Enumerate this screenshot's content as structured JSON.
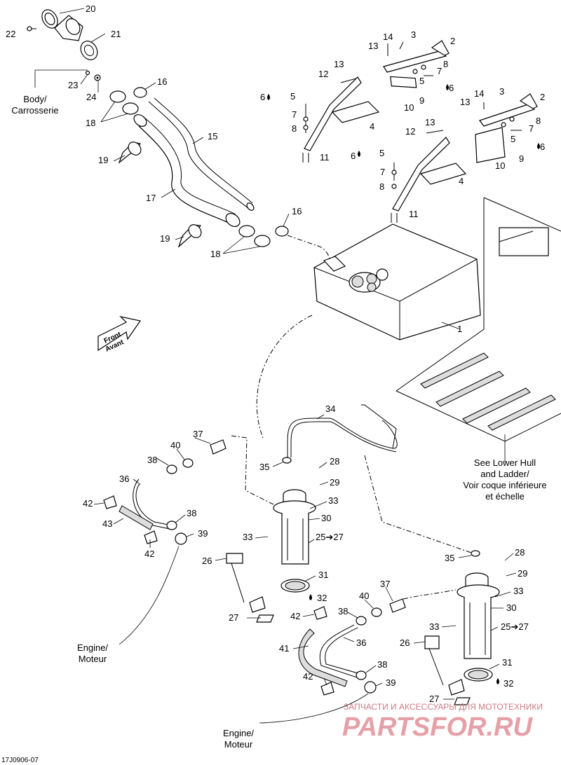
{
  "diagram": {
    "callouts": [
      {
        "text": "20"
      },
      {
        "text": "21"
      },
      {
        "text": "22"
      },
      {
        "text": "23"
      },
      {
        "text": "24"
      },
      {
        "text": "16"
      },
      {
        "text": "18"
      },
      {
        "text": "19"
      },
      {
        "text": "17"
      },
      {
        "text": "15"
      },
      {
        "text": "16"
      },
      {
        "text": "19"
      },
      {
        "text": "18"
      },
      {
        "text": "14"
      },
      {
        "text": "13"
      },
      {
        "text": "3"
      },
      {
        "text": "2"
      },
      {
        "text": "8"
      },
      {
        "text": "7"
      },
      {
        "text": "12"
      },
      {
        "text": "13"
      },
      {
        "text": "5"
      },
      {
        "text": "6"
      },
      {
        "text": "10"
      },
      {
        "text": "9"
      },
      {
        "text": "6"
      },
      {
        "text": "5"
      },
      {
        "text": "7"
      },
      {
        "text": "8"
      },
      {
        "text": "4"
      },
      {
        "text": "11"
      },
      {
        "text": "14"
      },
      {
        "text": "13"
      },
      {
        "text": "3"
      },
      {
        "text": "2"
      },
      {
        "text": "8"
      },
      {
        "text": "7"
      },
      {
        "text": "12"
      },
      {
        "text": "13"
      },
      {
        "text": "5"
      },
      {
        "text": "6"
      },
      {
        "text": "10"
      },
      {
        "text": "9"
      },
      {
        "text": "6"
      },
      {
        "text": "5"
      },
      {
        "text": "7"
      },
      {
        "text": "8"
      },
      {
        "text": "4"
      },
      {
        "text": "11"
      },
      {
        "text": "1"
      },
      {
        "text": "34"
      },
      {
        "text": "37"
      },
      {
        "text": "40"
      },
      {
        "text": "38"
      },
      {
        "text": "36"
      },
      {
        "text": "42"
      },
      {
        "text": "43"
      },
      {
        "text": "38"
      },
      {
        "text": "39"
      },
      {
        "text": "42"
      },
      {
        "text": "35"
      },
      {
        "text": "28"
      },
      {
        "text": "29"
      },
      {
        "text": "33"
      },
      {
        "text": "30"
      },
      {
        "text": "33"
      },
      {
        "text": "25➔27"
      },
      {
        "text": "26"
      },
      {
        "text": "31"
      },
      {
        "text": "32"
      },
      {
        "text": "27"
      },
      {
        "text": "37"
      },
      {
        "text": "40"
      },
      {
        "text": "38"
      },
      {
        "text": "42"
      },
      {
        "text": "36"
      },
      {
        "text": "41"
      },
      {
        "text": "38"
      },
      {
        "text": "39"
      },
      {
        "text": "42"
      },
      {
        "text": "35"
      },
      {
        "text": "28"
      },
      {
        "text": "29"
      },
      {
        "text": "33"
      },
      {
        "text": "30"
      },
      {
        "text": "33"
      },
      {
        "text": "25➔27"
      },
      {
        "text": "26"
      },
      {
        "text": "31"
      },
      {
        "text": "32"
      },
      {
        "text": "27"
      }
    ],
    "body_label": [
      "Body/",
      "Carrosserie"
    ],
    "engine_label_1": [
      "Engine/",
      "Moteur"
    ],
    "engine_label_2": [
      "Engine/",
      "Moteur"
    ],
    "see_lower_hull": [
      "See Lower Hull",
      "and Ladder/",
      "Voir coque inférieure",
      "et échelle"
    ],
    "front_arrow": [
      "Front",
      "Avant"
    ],
    "drawing_code": "17J0906-07"
  },
  "watermark": {
    "tagline": "ЗАПЧАСТИ И АКСЕССУАРЫ ДЛЯ МОТОТЕХНИКИ",
    "brand": "PARTSFOR.RU"
  },
  "colors": {
    "line": "#000000",
    "watermark": "#e6a0a8",
    "background": "#ffffff"
  }
}
